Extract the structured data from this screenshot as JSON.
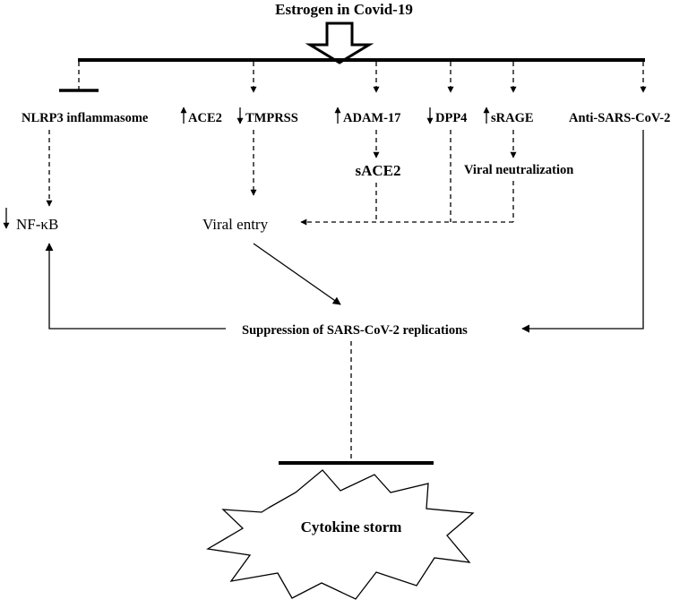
{
  "title": "Estrogen in Covid-19",
  "targets": {
    "nlrp3": "NLRP3 inflammasome",
    "ace2": "ACE2",
    "tmprss": "TMPRSS",
    "adam17": "ADAM-17",
    "dpp4": "DPP4",
    "srage": "sRAGE",
    "anti_sars": "Anti-SARS-CoV-2"
  },
  "intermediates": {
    "sace2": "sACE2",
    "viral_neutralization": "Viral neutralization",
    "nfkb": "NF-κB",
    "viral_entry": "Viral entry"
  },
  "suppression": "Suppression of SARS-CoV-2 replications",
  "cytokine_storm": "Cytokine storm"
}
